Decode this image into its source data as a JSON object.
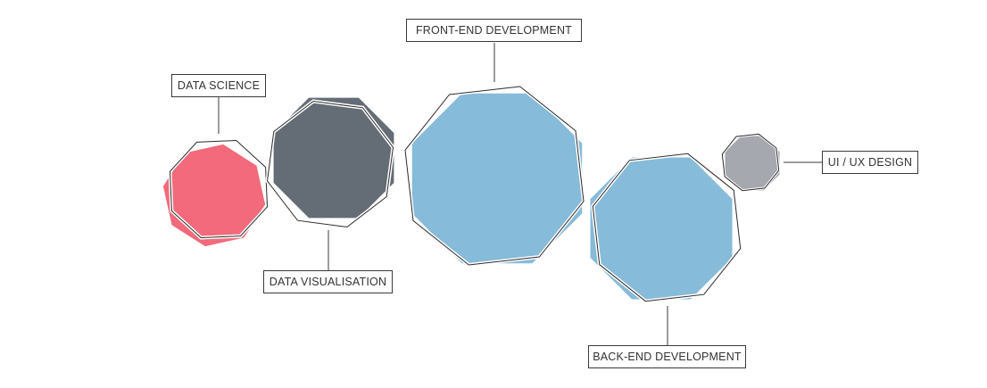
{
  "colors": {
    "data_science": "#f26a7b",
    "data_visualisation": "#646c75",
    "front_end": "#86bbd9",
    "back_end": "#86bbd9",
    "ui_ux": "#a5a8ae",
    "outline": "#2b2b2b"
  },
  "nodes": [
    {
      "id": "data-science",
      "label": "DATA SCIENCE"
    },
    {
      "id": "data-visualisation",
      "label": "DATA VISUALISATION"
    },
    {
      "id": "front-end-development",
      "label": "FRONT-END DEVELOPMENT"
    },
    {
      "id": "back-end-development",
      "label": "BACK-END DEVELOPMENT"
    },
    {
      "id": "ui-ux-design",
      "label": "UI / UX DESIGN"
    }
  ]
}
